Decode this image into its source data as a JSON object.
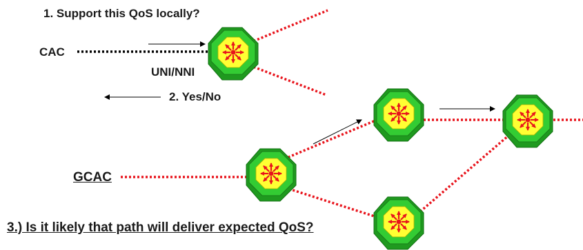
{
  "labels": {
    "step1": "1. Support this QoS locally?",
    "cac": "CAC",
    "uni_nni": "UNI/NNI",
    "step2": "2. Yes/No",
    "gcac": "GCAC",
    "step3": "3.) Is it likely that path will deliver expected QoS?"
  },
  "colors": {
    "link_red": "#e8141c",
    "uni_link": "#000000",
    "switch_green": "#33cc33",
    "switch_dark_green": "#1f9a1f",
    "switch_yellow": "#ffff33",
    "arrow_red": "#e8141c"
  },
  "icons": {
    "switch": "atm-switch-icon",
    "arrow": "arrow-icon"
  }
}
